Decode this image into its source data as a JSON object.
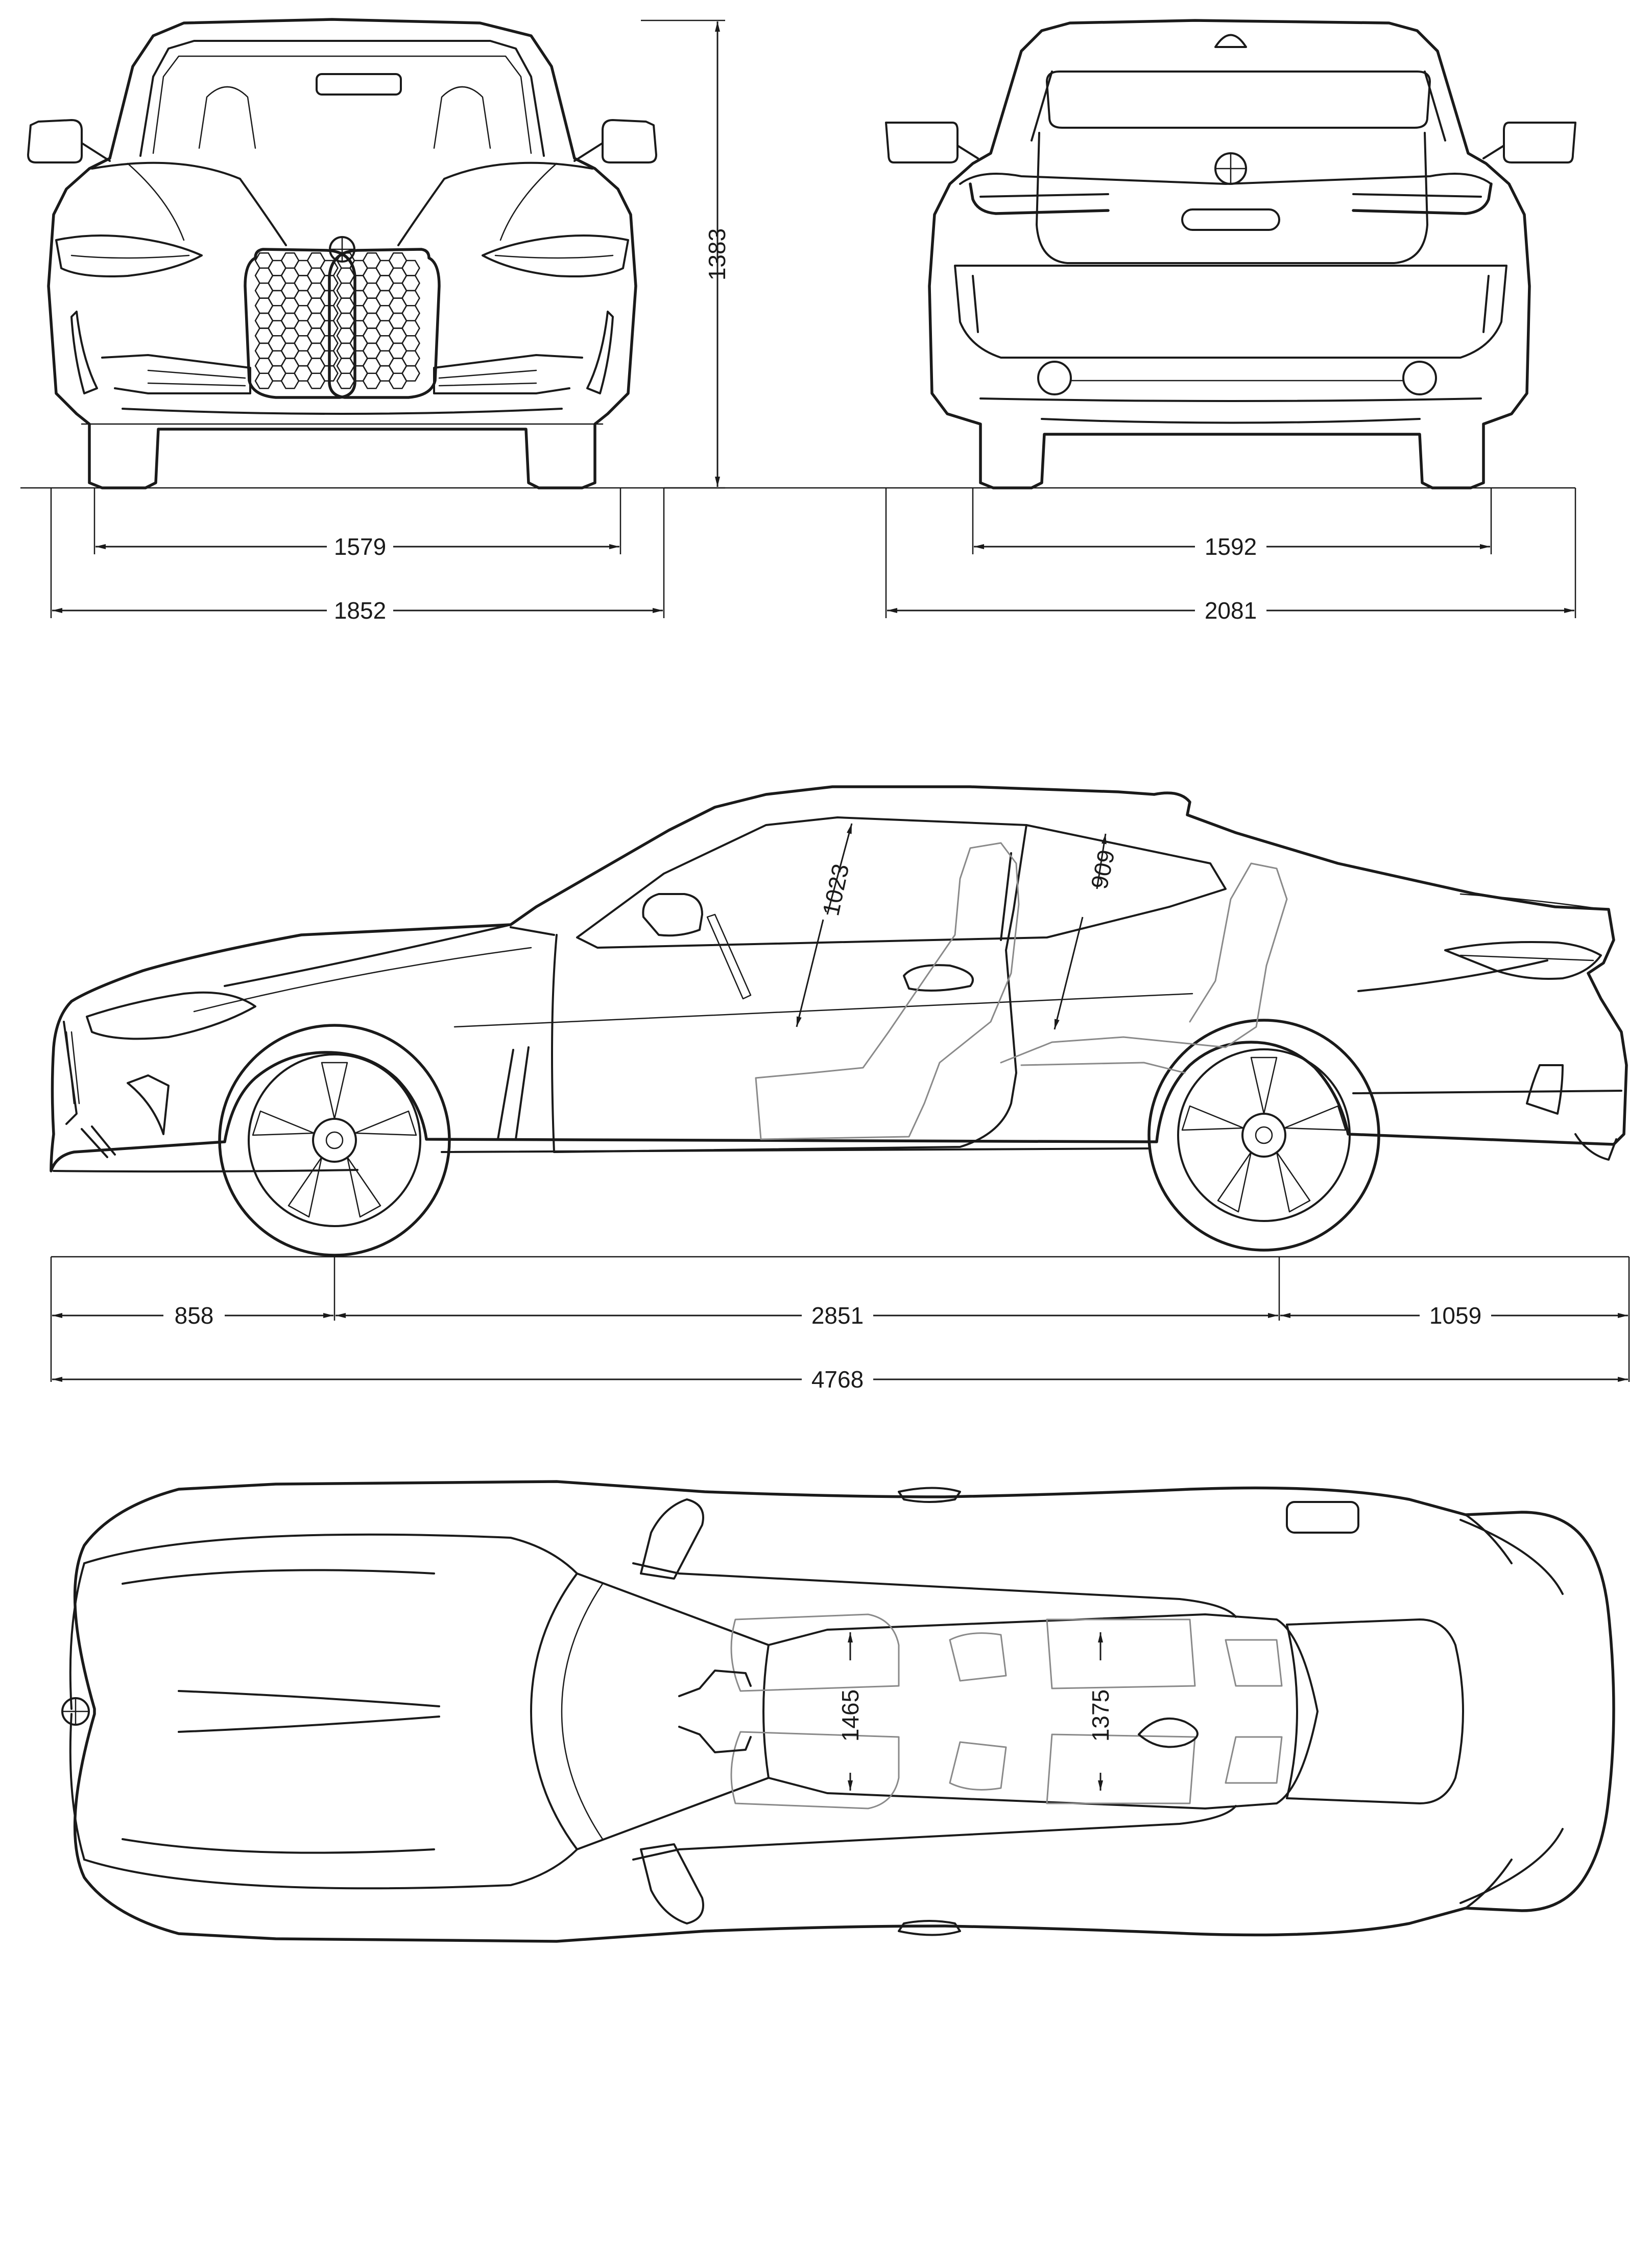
{
  "dimensions": {
    "front_height": "1383",
    "front_track": "1579",
    "front_width": "1852",
    "rear_track": "1592",
    "rear_width_mirrors": "2081",
    "front_overhang": "858",
    "wheelbase": "2851",
    "rear_overhang": "1059",
    "overall_length": "4768",
    "front_headroom": "1023",
    "rear_headroom": "909",
    "front_shoulder_width": "1465",
    "rear_shoulder_width": "1375"
  }
}
